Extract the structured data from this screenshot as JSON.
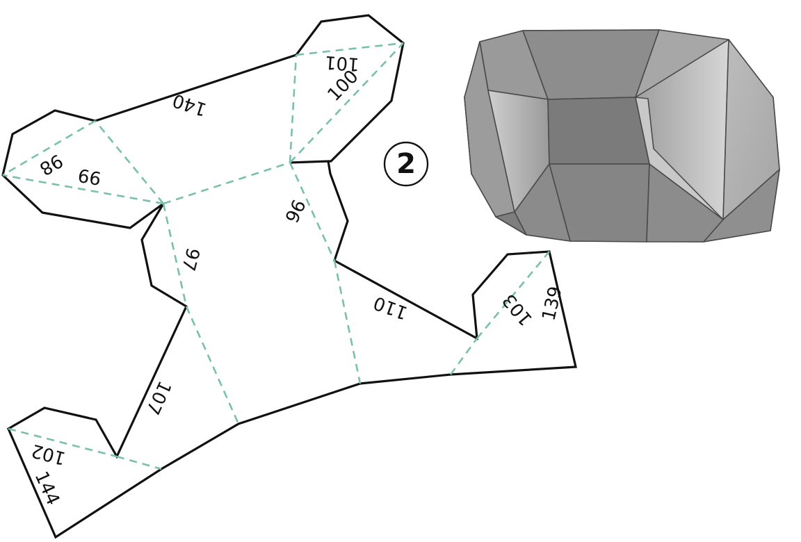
{
  "step": {
    "number": "2"
  },
  "colors": {
    "cut_line": "#111111",
    "fold_line": "#79bfac",
    "solid_dark": "#7f7f7f",
    "solid_mid": "#8e8e8e",
    "solid_light": "#bcbcbc"
  },
  "net": {
    "edge_labels": [
      "140",
      "101",
      "100",
      "98",
      "99",
      "96",
      "97",
      "110",
      "103",
      "139",
      "107",
      "102",
      "144"
    ]
  },
  "preview": {
    "icon": "3d-solid-preview"
  }
}
